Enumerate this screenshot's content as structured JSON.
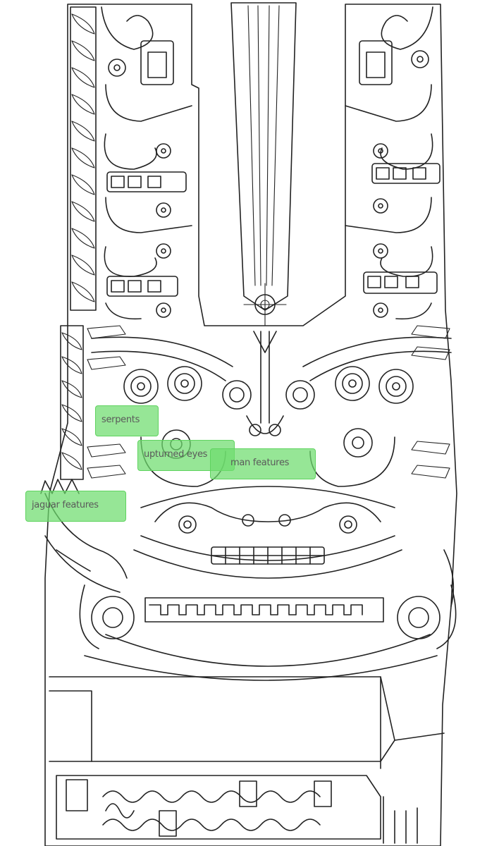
{
  "labels": {
    "serpents": "serpents",
    "upturned_eyes": "upturned eyes",
    "human_features": "man features",
    "jaguar_features": "jaguar features"
  },
  "colors": {
    "line": "#222222",
    "label_fill": "#7ddc7d",
    "label_border": "#5fd35f",
    "label_text": "#5a5a5a"
  }
}
